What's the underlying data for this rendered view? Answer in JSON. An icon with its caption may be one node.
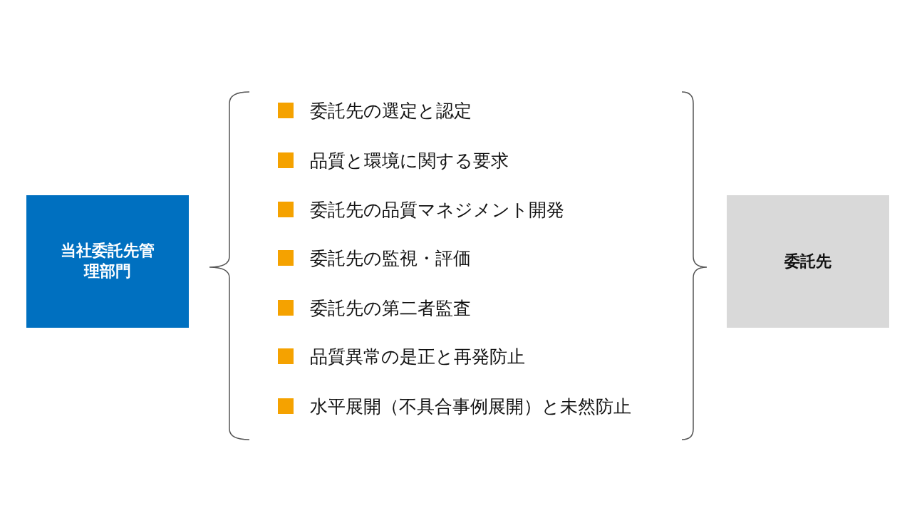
{
  "diagram": {
    "nodes": [
      {
        "text": [
          "当社委託先管理部門"
        ]
      },
      {
        "text": [
          "委託先"
        ]
      }
    ],
    "labels": [
      "委託先の選定と認定",
      "品質と環境に関する要求",
      "委託先の品質マネジメント開発",
      "委託先の監視・評価",
      "委託先の第二者監査",
      "品質異常の是正と再発防止",
      "水平展開（不具合事例展開）と未然防止"
    ]
  }
}
